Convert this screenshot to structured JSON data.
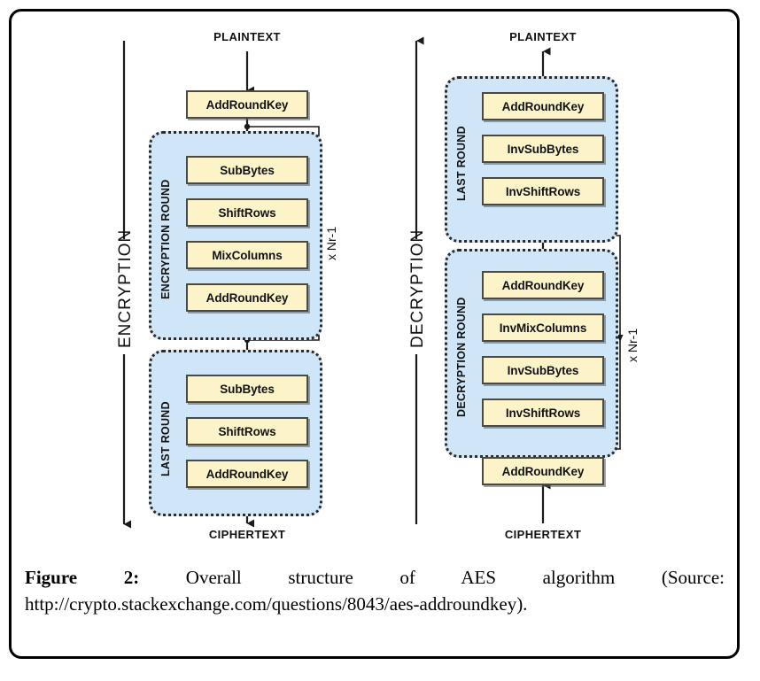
{
  "figure": {
    "caption_label": "Figure 2:",
    "caption_text": " Overall structure of AES algorithm (Source: http://crypto.stackexchange.com/questions/8043/aes-addroundkey)."
  },
  "colors": {
    "box_fill": "#fcf4c8",
    "box_border": "#4a4a43",
    "round_fill": "#cfe6f8",
    "round_border": "#2b2b2b",
    "line": "#1a1a1a",
    "frame": "#000000"
  },
  "encryption": {
    "axis_label": "ENCRYPTION",
    "input_label": "PLAINTEXT",
    "output_label": "CIPHERTEXT",
    "loop_label": "x Nr-1",
    "initial_op": "AddRoundKey",
    "round": {
      "label": "ENCRYPTION ROUND",
      "ops": [
        "SubBytes",
        "ShiftRows",
        "MixColumns",
        "AddRoundKey"
      ]
    },
    "last_round": {
      "label": "LAST ROUND",
      "ops": [
        "SubBytes",
        "ShiftRows",
        "AddRoundKey"
      ]
    }
  },
  "decryption": {
    "axis_label": "DECRYPTION",
    "input_label": "CIPHERTEXT",
    "output_label": "PLAINTEXT",
    "loop_label": "x Nr-1",
    "initial_op": "AddRoundKey",
    "last_round": {
      "label": "LAST ROUND",
      "ops": [
        "AddRoundKey",
        "InvSubBytes",
        "InvShiftRows"
      ]
    },
    "round": {
      "label": "DECRYPTION ROUND",
      "ops": [
        "AddRoundKey",
        "InvMixColumns",
        "InvSubBytes",
        "InvShiftRows"
      ]
    }
  }
}
